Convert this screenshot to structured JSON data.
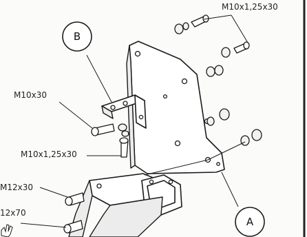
{
  "labels": {
    "bolt_top": "M10x1,25x30",
    "bolt_left": "M10x30",
    "bolt_mid": "M10x1,25x30",
    "bolt_m12_30": "M12x30",
    "bolt_m12_70": "12x70"
  },
  "callouts": {
    "a": "A",
    "b": "B"
  },
  "icons": {
    "pan_handle": "hand-icon"
  }
}
